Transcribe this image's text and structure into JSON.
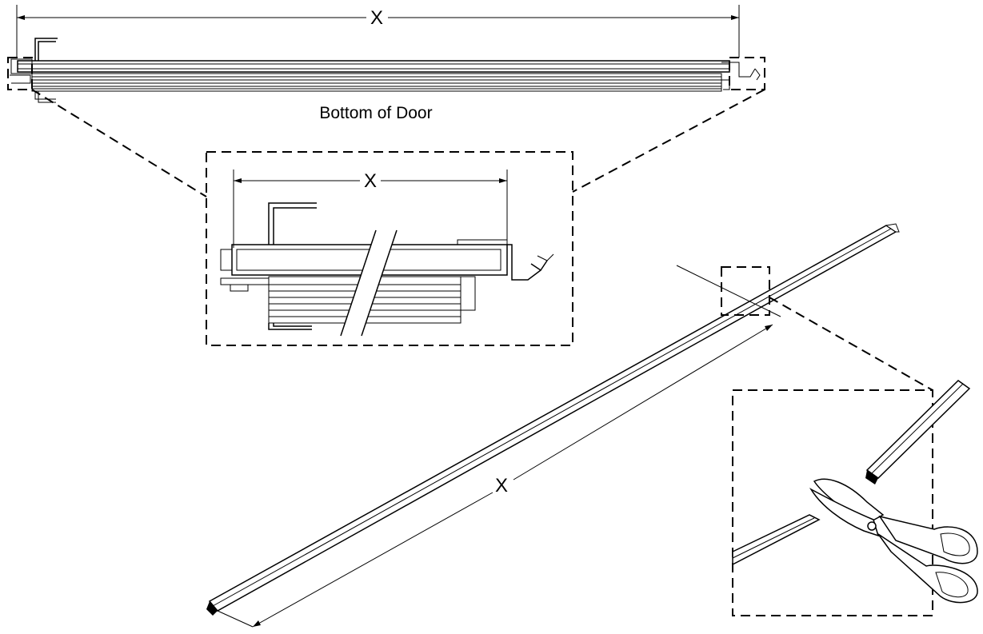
{
  "labels": {
    "top_dimension": "X",
    "detail_dimension": "X",
    "strip_dimension": "X",
    "caption": "Bottom of Door"
  },
  "figure_parts": [
    "door-bottom-view",
    "corner-detail-callout",
    "sweep-strip",
    "cut-detail-callout",
    "tin-snips-icon"
  ]
}
